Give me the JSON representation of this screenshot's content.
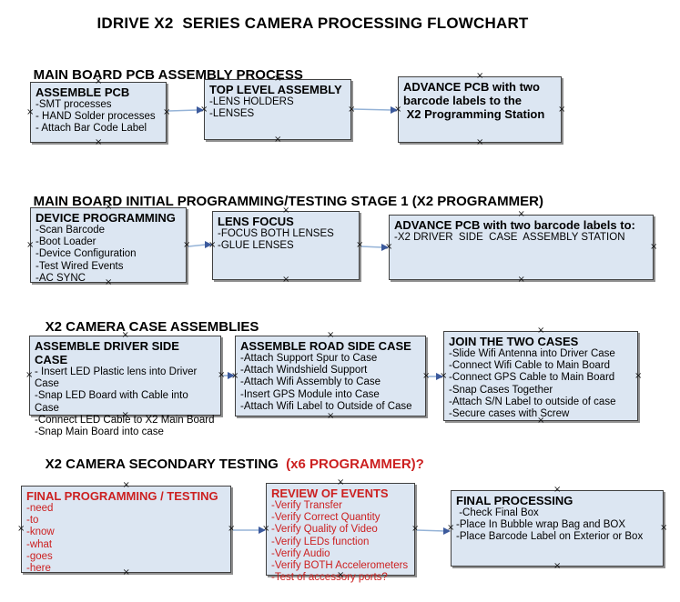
{
  "title": "IDRIVE X2  SERIES CAMERA PROCESSING FLOWCHART",
  "colors": {
    "box_fill": "#dce6f2",
    "box_border": "#404040",
    "red_text": "#cc2020",
    "arrow_line": "#95b3d7",
    "arrow_head": "#3c5a9c"
  },
  "sections": [
    {
      "heading": "MAIN BOARD PCB ASSEMBLY PROCESS",
      "boxes": [
        {
          "title": "ASSEMBLE PCB",
          "items": [
            "-SMT processes",
            "- HAND Solder processes",
            "- Attach Bar Code Label"
          ]
        },
        {
          "title": "TOP LEVEL ASSEMBLY",
          "items": [
            "-LENS HOLDERS",
            "-LENSES"
          ]
        },
        {
          "title": "ADVANCE PCB with two\nbarcode labels to the\n X2 Programming Station",
          "items": []
        }
      ]
    },
    {
      "heading": "MAIN BOARD INITIAL PROGRAMMING/TESTING STAGE 1 (X2 PROGRAMMER)",
      "boxes": [
        {
          "title": "DEVICE PROGRAMMING",
          "items": [
            "-Scan Barcode",
            "-Boot Loader",
            "-Device Configuration",
            "-Test Wired Events",
            "-AC SYNC"
          ]
        },
        {
          "title": "LENS FOCUS",
          "items": [
            "-FOCUS BOTH LENSES",
            "-GLUE LENSES"
          ]
        },
        {
          "title": "ADVANCE PCB with two barcode labels to:",
          "items": [
            "-X2 DRIVER  SIDE  CASE  ASSEMBLY STATION"
          ]
        }
      ]
    },
    {
      "heading": "X2 CAMERA CASE ASSEMBLIES",
      "boxes": [
        {
          "title": "ASSEMBLE DRIVER SIDE CASE",
          "items": [
            "- Insert LED Plastic lens into Driver Case",
            "-Snap LED Board with Cable into Case",
            "-Connect LED Cable to X2 Main Board",
            "-Snap Main Board into case"
          ]
        },
        {
          "title": "ASSEMBLE ROAD SIDE CASE",
          "items": [
            "-Attach Support Spur to Case",
            "-Attach Windshield Support",
            "-Attach Wifi Assembly to Case",
            "-Insert GPS Module into Case",
            "-Attach Wifi Label to Outside of Case"
          ]
        },
        {
          "title": "JOIN THE TWO CASES",
          "items": [
            "-Slide Wifi Antenna into Driver Case",
            "-Connect Wifi Cable to Main Board",
            "-Connect GPS Cable to Main Board",
            "-Snap Cases Together",
            "-Attach S/N Label to outside of case",
            "-Secure cases with Screw"
          ]
        }
      ]
    },
    {
      "heading": "X2 CAMERA SECONDARY TESTING ",
      "heading_red": " (x6 PROGRAMMER)?",
      "boxes": [
        {
          "title": "FINAL PROGRAMMING / TESTING",
          "items": [
            "-need",
            "-to",
            "-know",
            "-what",
            "-goes",
            "-here"
          ]
        },
        {
          "title": "REVIEW OF EVENTS",
          "items": [
            "-Verify Transfer",
            "-Verify Correct Quantity",
            "-Verify Quality of Video",
            "-Verify LEDs function",
            "-Verify Audio",
            "-Verify BOTH Accelerometers",
            "-Test of accessory ports?"
          ]
        },
        {
          "title": "FINAL PROCESSING",
          "items": [
            " -Check Final Box",
            "-Place In Bubble wrap Bag and BOX",
            "-Place Barcode Label on Exterior or Box"
          ]
        }
      ]
    }
  ]
}
